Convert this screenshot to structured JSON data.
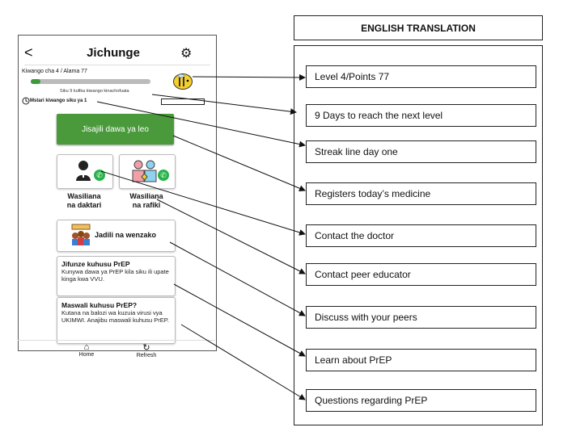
{
  "app": {
    "back_glyph": "<",
    "title": "Jichunge",
    "gear_glyph": "⚙",
    "level_points": "Kiwango cha 4 / Alama 77",
    "progress_fraction": 0.08,
    "days_to_next": "Siku 9 kufika kiwango kinachofuata",
    "streak": "Mstari kiwango siku ya 1",
    "register_button": "Jisajili dawa ya leo",
    "contact_doctor_line1": "Wasiliana",
    "contact_doctor_line2": "na daktari",
    "contact_peer_line1": "Wasiliana",
    "contact_peer_line2": "na rafiki",
    "discuss_button": "Jadili na wenzako",
    "learn_title": "Jifunze kuhusu PrEP",
    "learn_body": "Kunywa dawa ya PrEP kila siku ili upate kinga kwa VVU.",
    "questions_title": "Maswali kuhusu PrEP?",
    "questions_body": "Kutana na balozi wa kuzuia virusi vya UKIMWI. Anajibu maswali kuhusu PrEP.",
    "nav_home": "Home",
    "nav_refresh": "Refresh",
    "icons": [
      "back-icon",
      "gear-icon",
      "bee-icon",
      "streak-icon",
      "doctor-icon",
      "peers-icon",
      "whatsapp-icon",
      "discussion-icon",
      "home-icon",
      "refresh-icon"
    ],
    "accent_color": "#4a9a3b"
  },
  "translation": {
    "header": "ENGLISH TRANSLATION",
    "items": [
      "Level 4/Points 77",
      "9 Days to reach the next level",
      "Streak line day one",
      "Registers today’s medicine",
      "Contact the doctor",
      "Contact peer educator",
      "Discuss with your peers",
      "Learn about PrEP",
      "Questions regarding PrEP"
    ]
  }
}
